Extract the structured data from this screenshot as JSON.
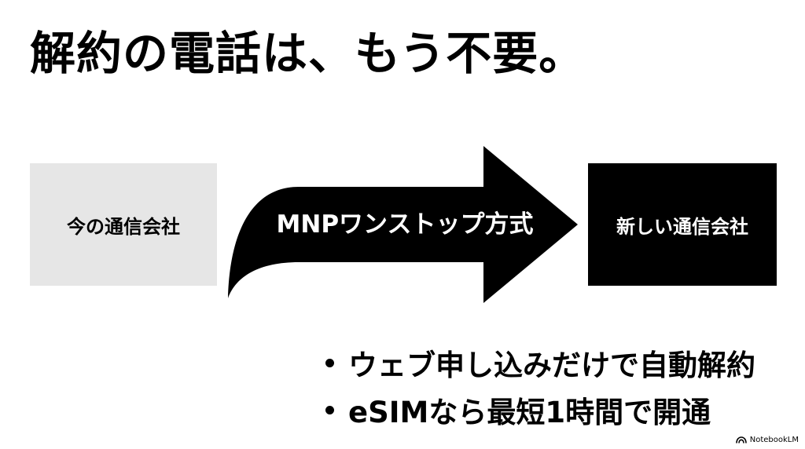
{
  "title": "解約の電話は、もう不要。",
  "flow": {
    "from_label": "今の通信会社",
    "arrow_label": "MNPワンストップ方式",
    "to_label": "新しい通信会社"
  },
  "bullets": [
    "ウェブ申し込みだけで自動解約",
    "eSIMなら最短1時間で開通"
  ],
  "brand": {
    "name": "NotebookLM",
    "icon": "notebooklm-logo-icon"
  },
  "colors": {
    "background": "#ffffff",
    "text": "#000000",
    "from_box": "#e6e6e6",
    "arrow": "#000000",
    "to_box": "#000000"
  }
}
